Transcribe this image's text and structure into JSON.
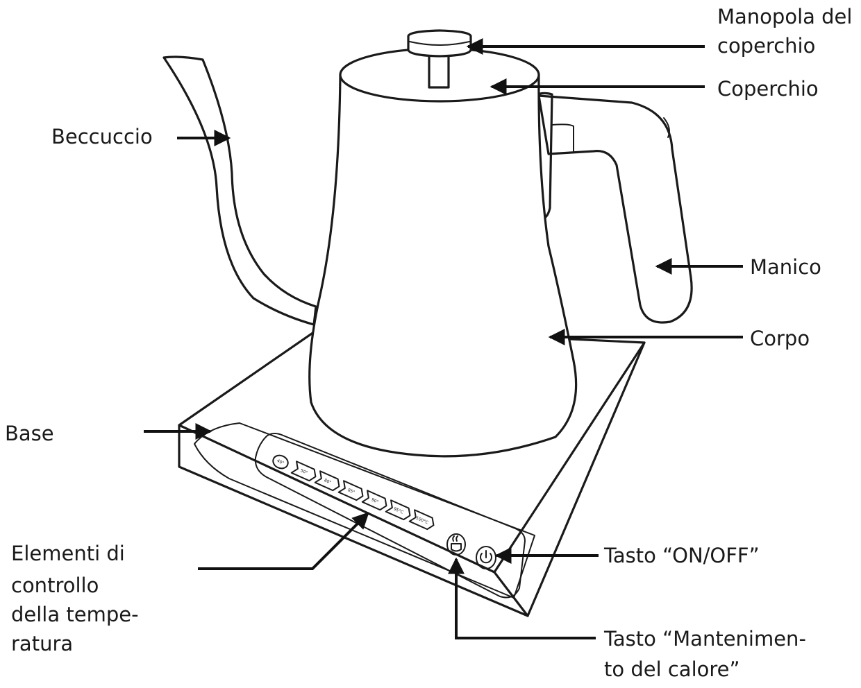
{
  "labels": {
    "lid_knob": [
      "Manopola del",
      "coperchio"
    ],
    "lid": "Coperchio",
    "spout": "Beccuccio",
    "handle": "Manico",
    "body": "Corpo",
    "base": "Base",
    "temperature_controls": [
      "Elementi di",
      "controllo",
      "della tempe-",
      "ratura"
    ],
    "on_off_button": "Tasto “ON/OFF”",
    "keep_warm_button": [
      "Tasto “Mantenimen-",
      "to del calore”"
    ]
  },
  "temperature_keys": [
    "40°",
    "50°",
    "80°",
    "85°",
    "90°",
    "95°C",
    "100°C"
  ],
  "colors": {
    "line": "#1a1a1a",
    "background": "#ffffff"
  },
  "icons": {
    "keep_warm": "cup-icon",
    "on_off": "power-icon"
  }
}
